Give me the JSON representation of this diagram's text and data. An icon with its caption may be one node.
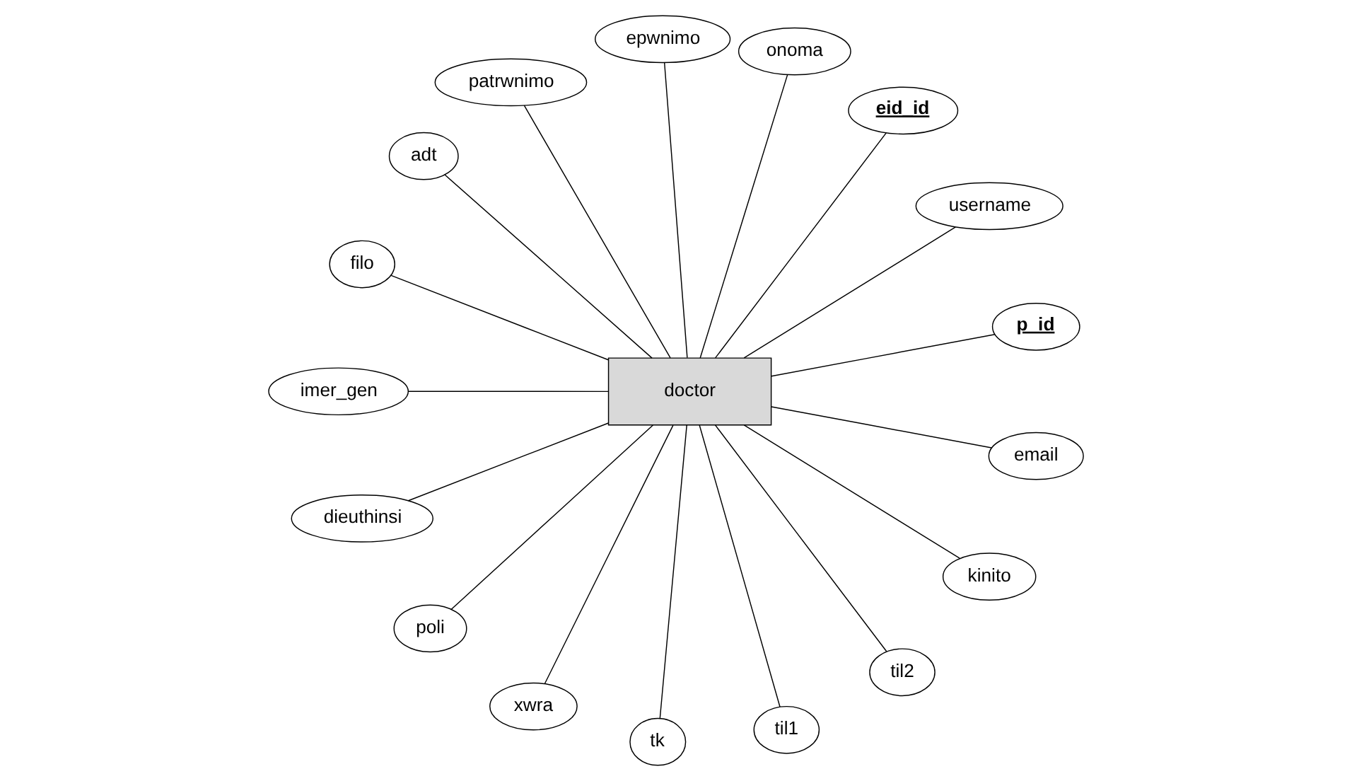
{
  "diagram": {
    "nodes": [
      {
        "text": [
          "doctor"
        ]
      },
      {
        "text": [
          "p_id"
        ]
      },
      {
        "text": [
          "username"
        ]
      },
      {
        "text": [
          "eid_id"
        ]
      },
      {
        "text": [
          "onoma"
        ]
      },
      {
        "text": [
          "epwnimo"
        ]
      },
      {
        "text": [
          "patrwnimo"
        ]
      },
      {
        "text": [
          "adt"
        ]
      },
      {
        "text": [
          "filo"
        ]
      },
      {
        "text": [
          "imer_gen"
        ]
      },
      {
        "text": [
          "dieuthinsi"
        ]
      },
      {
        "text": [
          "poli"
        ]
      },
      {
        "text": [
          "xwra"
        ]
      },
      {
        "text": [
          "tk"
        ]
      },
      {
        "text": [
          "til1"
        ]
      },
      {
        "text": [
          "til2"
        ]
      },
      {
        "text": [
          "kinito"
        ]
      },
      {
        "text": [
          "email"
        ]
      }
    ],
    "edges": [
      {
        "from": 0,
        "to": 1,
        "arrow": "none"
      },
      {
        "from": 0,
        "to": 2,
        "arrow": "none"
      },
      {
        "from": 0,
        "to": 3,
        "arrow": "none"
      },
      {
        "from": 0,
        "to": 4,
        "arrow": "none"
      },
      {
        "from": 0,
        "to": 5,
        "arrow": "none"
      },
      {
        "from": 0,
        "to": 6,
        "arrow": "none"
      },
      {
        "from": 0,
        "to": 7,
        "arrow": "none"
      },
      {
        "from": 0,
        "to": 8,
        "arrow": "none"
      },
      {
        "from": 0,
        "to": 9,
        "arrow": "none"
      },
      {
        "from": 0,
        "to": 10,
        "arrow": "none"
      },
      {
        "from": 0,
        "to": 11,
        "arrow": "none"
      },
      {
        "from": 0,
        "to": 12,
        "arrow": "none"
      },
      {
        "from": 0,
        "to": 13,
        "arrow": "none"
      },
      {
        "from": 0,
        "to": 14,
        "arrow": "none"
      },
      {
        "from": 0,
        "to": 15,
        "arrow": "none"
      },
      {
        "from": 0,
        "to": 16,
        "arrow": "none"
      },
      {
        "from": 0,
        "to": 17,
        "arrow": "none"
      }
    ]
  }
}
